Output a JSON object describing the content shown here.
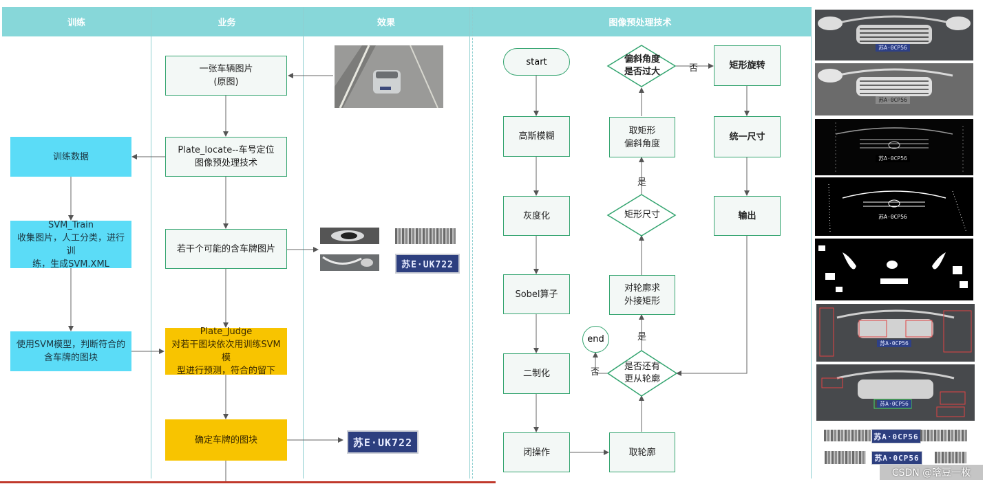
{
  "headers": {
    "train": "训练",
    "business": "业务",
    "effect": "效果",
    "preprocess": "图像预处理技术"
  },
  "business": {
    "car_image": "一张车辆图片\n(原图)",
    "plate_locate": "Plate_locate--车号定位\n图像预处理技术",
    "candidates": "若干个可能的含车牌图片",
    "plate_judge": "Plate_Judge\n对若干图块依次用训练SVM模\n型进行预测，符合的留下",
    "confirm": "确定车牌的图块"
  },
  "train": {
    "data": "训练数据",
    "svm_train": "SVM_Train\n收集图片，人工分类，进行训\n练，生成SVM.XML",
    "use_svm": "使用SVM模型，判断符合的\n含车牌的图块"
  },
  "effect": {
    "plate_text": "苏E·UK722",
    "plate_text_big": "苏E·UK722"
  },
  "flow": {
    "start": "start",
    "gauss": "高斯模糊",
    "gray": "灰度化",
    "sobel": "Sobel算子",
    "binary": "二制化",
    "close": "闭操作",
    "contour": "取轮廓",
    "more_contour": "是否还有\n更从轮廓",
    "end": "end",
    "bbox": "对轮廓求\n外接矩形",
    "rect_size": "矩形尺寸",
    "get_angle": "取矩形\n偏斜角度",
    "angle_big": "偏斜角度\n是否过大",
    "rotate": "矩形旋转",
    "resize": "统一尺寸",
    "output": "输出",
    "no1": "否",
    "no2": "否",
    "yes1": "是",
    "yes2": "是"
  },
  "steps": {
    "plate_small": "苏A·0CP56"
  },
  "watermark": "CSDN @晗豆一枚",
  "colors": {
    "header": "#87d7d9",
    "node_border": "#33a46f",
    "train_box": "#5bdcf7",
    "judge_box": "#f8c400"
  }
}
